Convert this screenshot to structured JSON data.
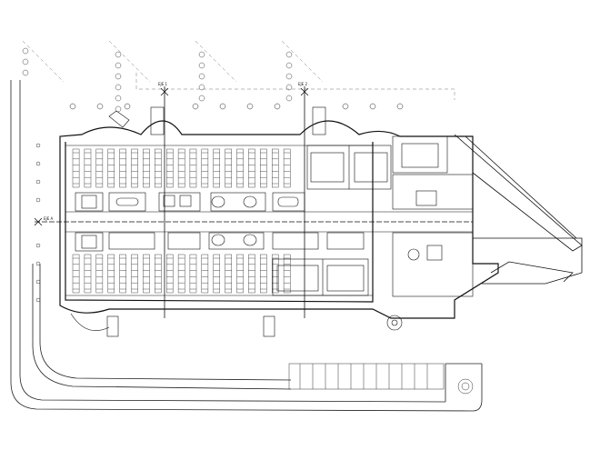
{
  "drawing": {
    "kind": "architectural floor plan",
    "axis_labels": {
      "eje_1": "EJE 1",
      "eje_2": "EJE 2",
      "eje_a": "EJE A"
    },
    "desk_columns_per_block": 19,
    "desk_rows_top": 1,
    "desk_rows_bottom": 1,
    "colors": {
      "ink": "#111111",
      "light_ink": "#666666",
      "paper": "#ffffff"
    }
  }
}
